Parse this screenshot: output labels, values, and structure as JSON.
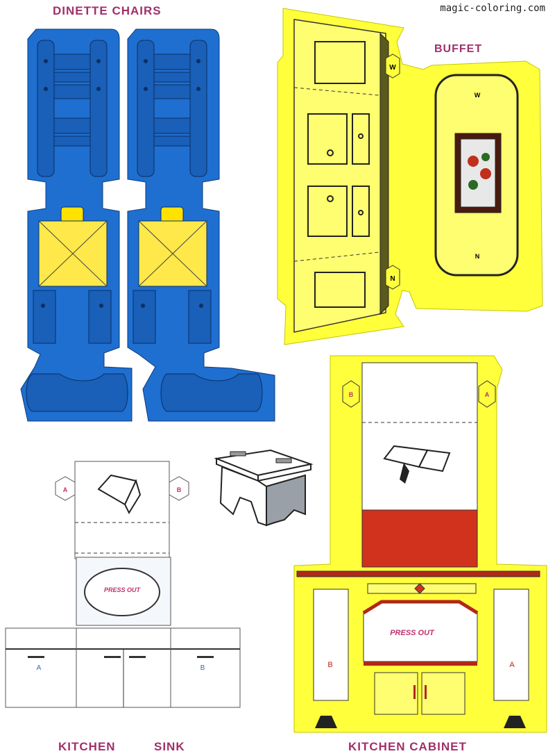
{
  "watermark": "magic-coloring.com",
  "sections": {
    "dinette_chairs": {
      "title": "DINETTE CHAIRS"
    },
    "buffet": {
      "title": "BUFFET",
      "tabs": [
        "W",
        "N"
      ],
      "tray_marks": [
        "W",
        "N"
      ]
    },
    "kitchen_sink": {
      "title_word1": "KITCHEN",
      "title_word2": "SINK",
      "tabs": [
        "A",
        "B"
      ],
      "press_label": "PRESS OUT",
      "door_letters": [
        "A",
        "B"
      ]
    },
    "kitchen_cabinet": {
      "title": "KITCHEN CABINET",
      "tabs": [
        "B",
        "A"
      ],
      "press_label": "PRESS OUT",
      "side_letters": [
        "B",
        "A"
      ]
    }
  },
  "colors": {
    "chair_blue": "#1f6fd0",
    "buffet_yellow": "#ffff3c",
    "cabinet_red": "#d0321e",
    "title_magenta": "#a0306a"
  }
}
